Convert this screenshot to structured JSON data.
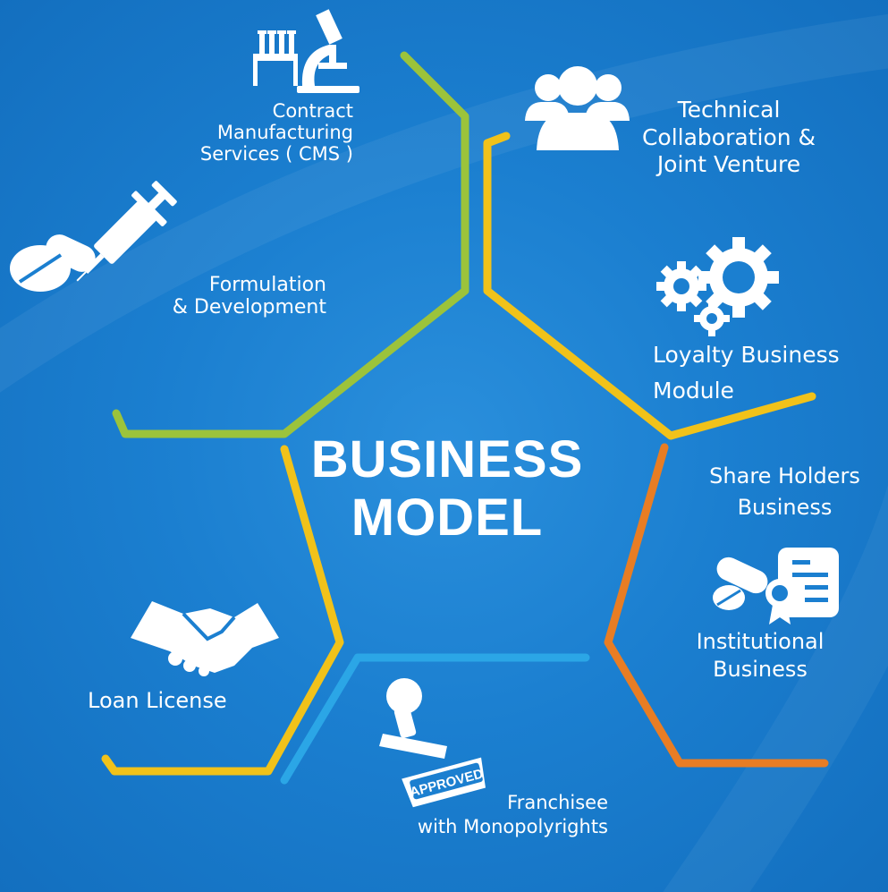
{
  "title": {
    "line1": "BUSINESS",
    "line2": "MODEL"
  },
  "colors": {
    "background": "#1b7fd0",
    "green": "#9cc33b",
    "yellow": "#f1c21a",
    "orange": "#e87d24",
    "light_blue": "#2ba6e6",
    "icon": "#ffffff"
  },
  "segments": [
    {
      "key": "cms",
      "lines": [
        "Contract",
        "Manufacturing",
        "Services ( CMS )"
      ],
      "icon": "lab-microscope-icon"
    },
    {
      "key": "technical",
      "lines": [
        "Technical",
        "Collaboration &",
        "Joint Venture"
      ],
      "icon": "people-group-icon"
    },
    {
      "key": "formulation",
      "lines": [
        "Formulation",
        "& Development"
      ],
      "icon": "syringe-pills-icon"
    },
    {
      "key": "loyalty",
      "lines": [
        "Loyalty Business",
        "Module"
      ],
      "icon": "gears-icon"
    },
    {
      "key": "shareholders",
      "lines": [
        "Share Holders",
        "Business"
      ],
      "icon": ""
    },
    {
      "key": "institutional",
      "lines": [
        "Institutional",
        "Business"
      ],
      "icon": "pills-certificate-icon"
    },
    {
      "key": "loan",
      "lines": [
        "Loan License"
      ],
      "icon": "handshake-icon"
    },
    {
      "key": "franchisee",
      "lines": [
        "Franchisee",
        "with Monopolyrights"
      ],
      "icon": "approved-stamp-icon"
    }
  ],
  "stamp_text": "APPROVED"
}
